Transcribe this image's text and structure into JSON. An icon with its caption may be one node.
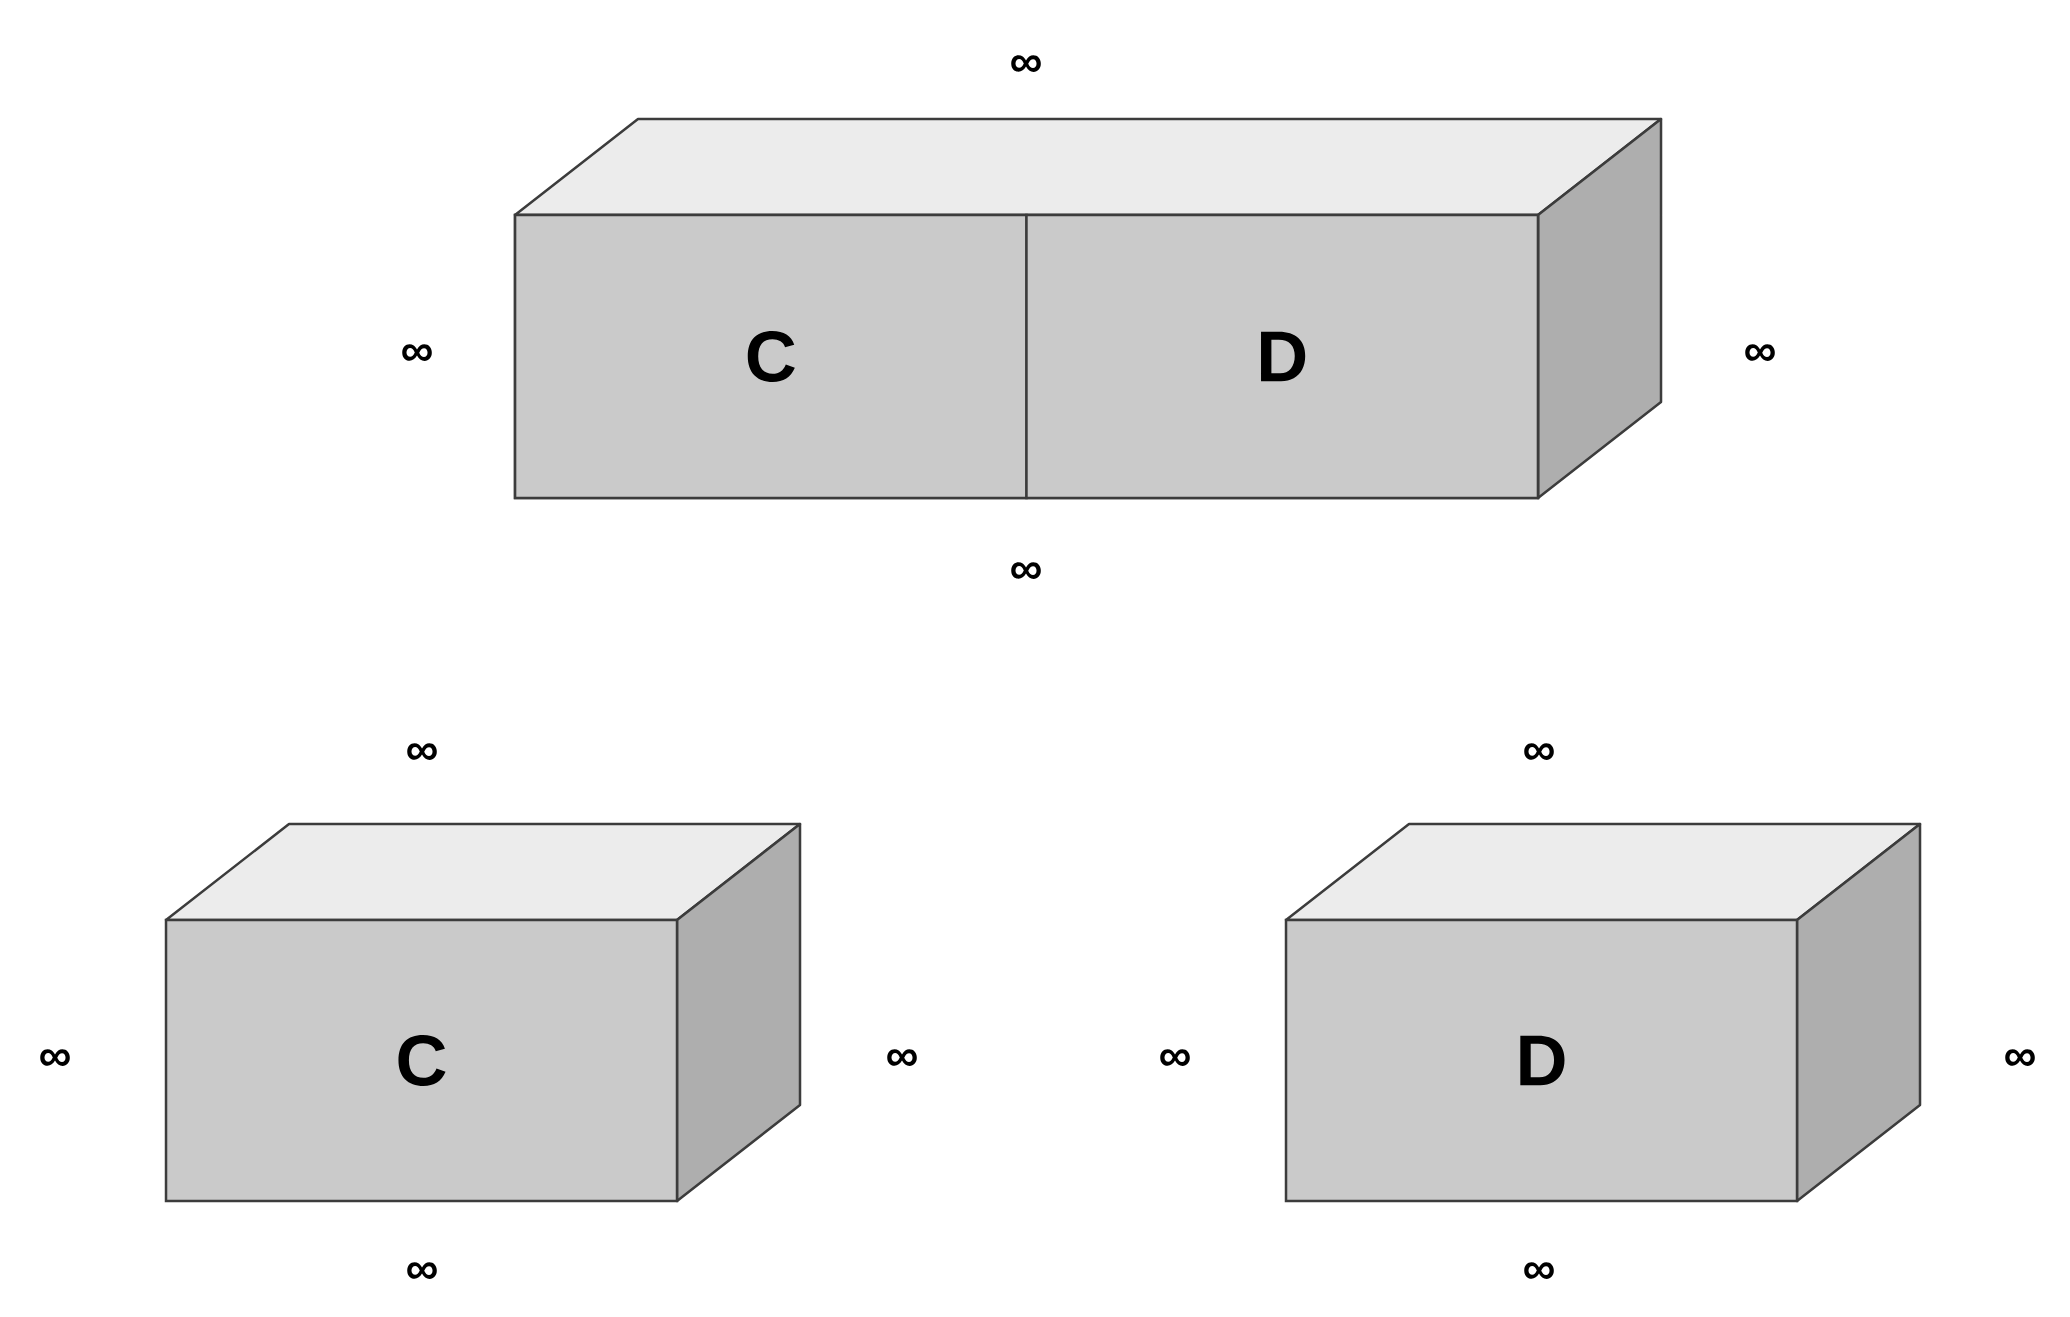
{
  "diagram": {
    "nodes": [
      {
        "text": [],
        "shape": "box"
      },
      {
        "text": [
          "C"
        ],
        "in": 0
      },
      {
        "text": [
          "D"
        ],
        "in": 0
      },
      {
        "text": [
          "C"
        ]
      },
      {
        "text": [
          "D"
        ]
      }
    ],
    "labels": [
      "∞",
      "∞",
      "∞",
      "∞",
      "∞",
      "∞",
      "∞",
      "∞",
      "∞",
      "∞",
      "∞",
      "∞"
    ]
  }
}
